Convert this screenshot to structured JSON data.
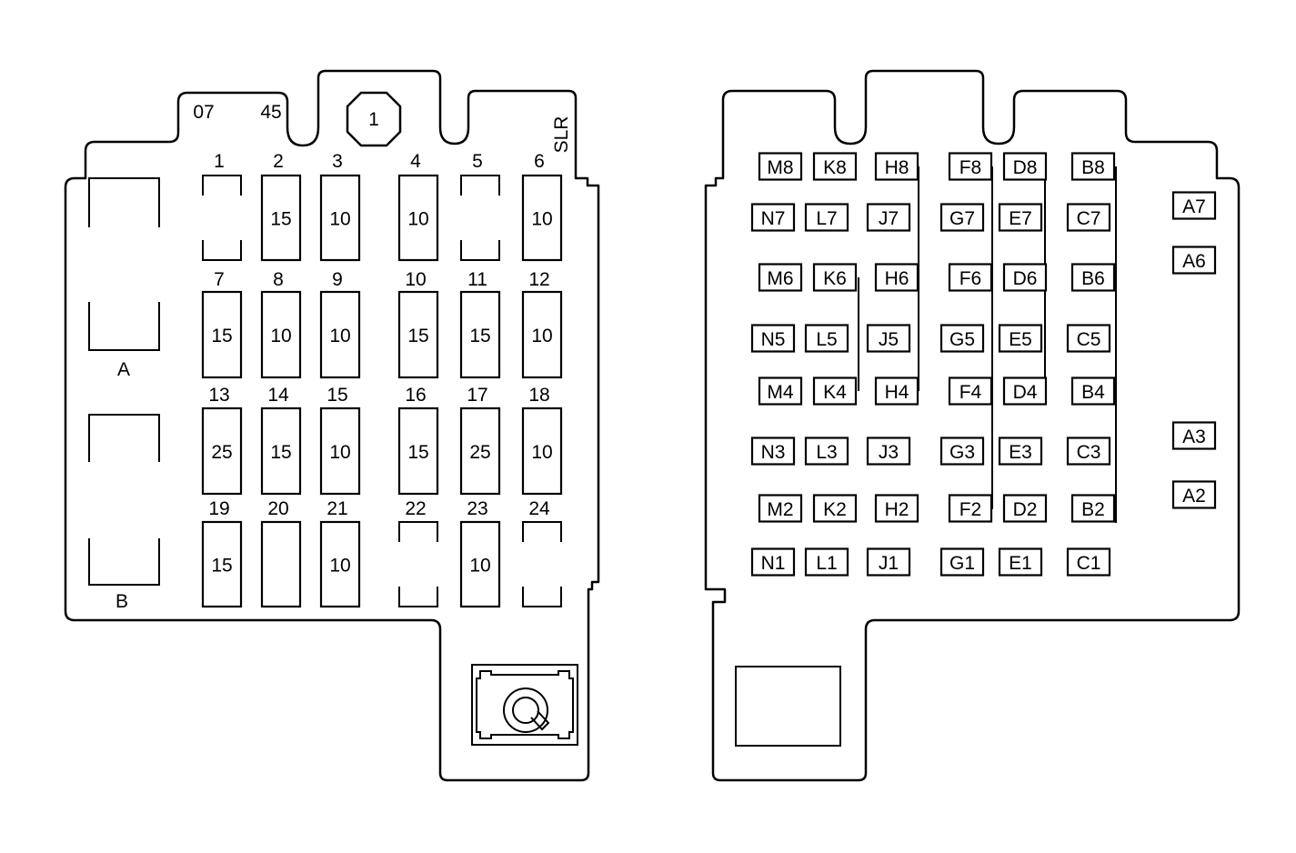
{
  "left_panel": {
    "header_codes": [
      "07",
      "45"
    ],
    "octagon_label": "1",
    "side_label": "SLR",
    "relay_labels": [
      "A",
      "B"
    ],
    "fuses": [
      {
        "num": "1",
        "amp": ""
      },
      {
        "num": "2",
        "amp": "15"
      },
      {
        "num": "3",
        "amp": "10"
      },
      {
        "num": "4",
        "amp": "10"
      },
      {
        "num": "5",
        "amp": ""
      },
      {
        "num": "6",
        "amp": "10"
      },
      {
        "num": "7",
        "amp": "15"
      },
      {
        "num": "8",
        "amp": "10"
      },
      {
        "num": "9",
        "amp": "10"
      },
      {
        "num": "10",
        "amp": "15"
      },
      {
        "num": "11",
        "amp": "15"
      },
      {
        "num": "12",
        "amp": "10"
      },
      {
        "num": "13",
        "amp": "25"
      },
      {
        "num": "14",
        "amp": "15"
      },
      {
        "num": "15",
        "amp": "10"
      },
      {
        "num": "16",
        "amp": "15"
      },
      {
        "num": "17",
        "amp": "25"
      },
      {
        "num": "18",
        "amp": "10"
      },
      {
        "num": "19",
        "amp": "15"
      },
      {
        "num": "20",
        "amp": ""
      },
      {
        "num": "21",
        "amp": "10"
      },
      {
        "num": "22",
        "amp": ""
      },
      {
        "num": "23",
        "amp": "10"
      },
      {
        "num": "24",
        "amp": ""
      }
    ]
  },
  "right_panel": {
    "terminals": [
      [
        "M8",
        "K8",
        "H8",
        "F8",
        "D8",
        "B8"
      ],
      [
        "N7",
        "L7",
        "J7",
        "G7",
        "E7",
        "C7",
        "A7"
      ],
      [
        "M6",
        "K6",
        "H6",
        "F6",
        "D6",
        "B6",
        "A6"
      ],
      [
        "N5",
        "L5",
        "J5",
        "G5",
        "E5",
        "C5"
      ],
      [
        "M4",
        "K4",
        "H4",
        "F4",
        "D4",
        "B4"
      ],
      [
        "N3",
        "L3",
        "J3",
        "G3",
        "E3",
        "C3",
        "A3"
      ],
      [
        "M2",
        "K2",
        "H2",
        "F2",
        "D2",
        "B2",
        "A2"
      ],
      [
        "N1",
        "L1",
        "J1",
        "G1",
        "E1",
        "C1"
      ]
    ]
  }
}
